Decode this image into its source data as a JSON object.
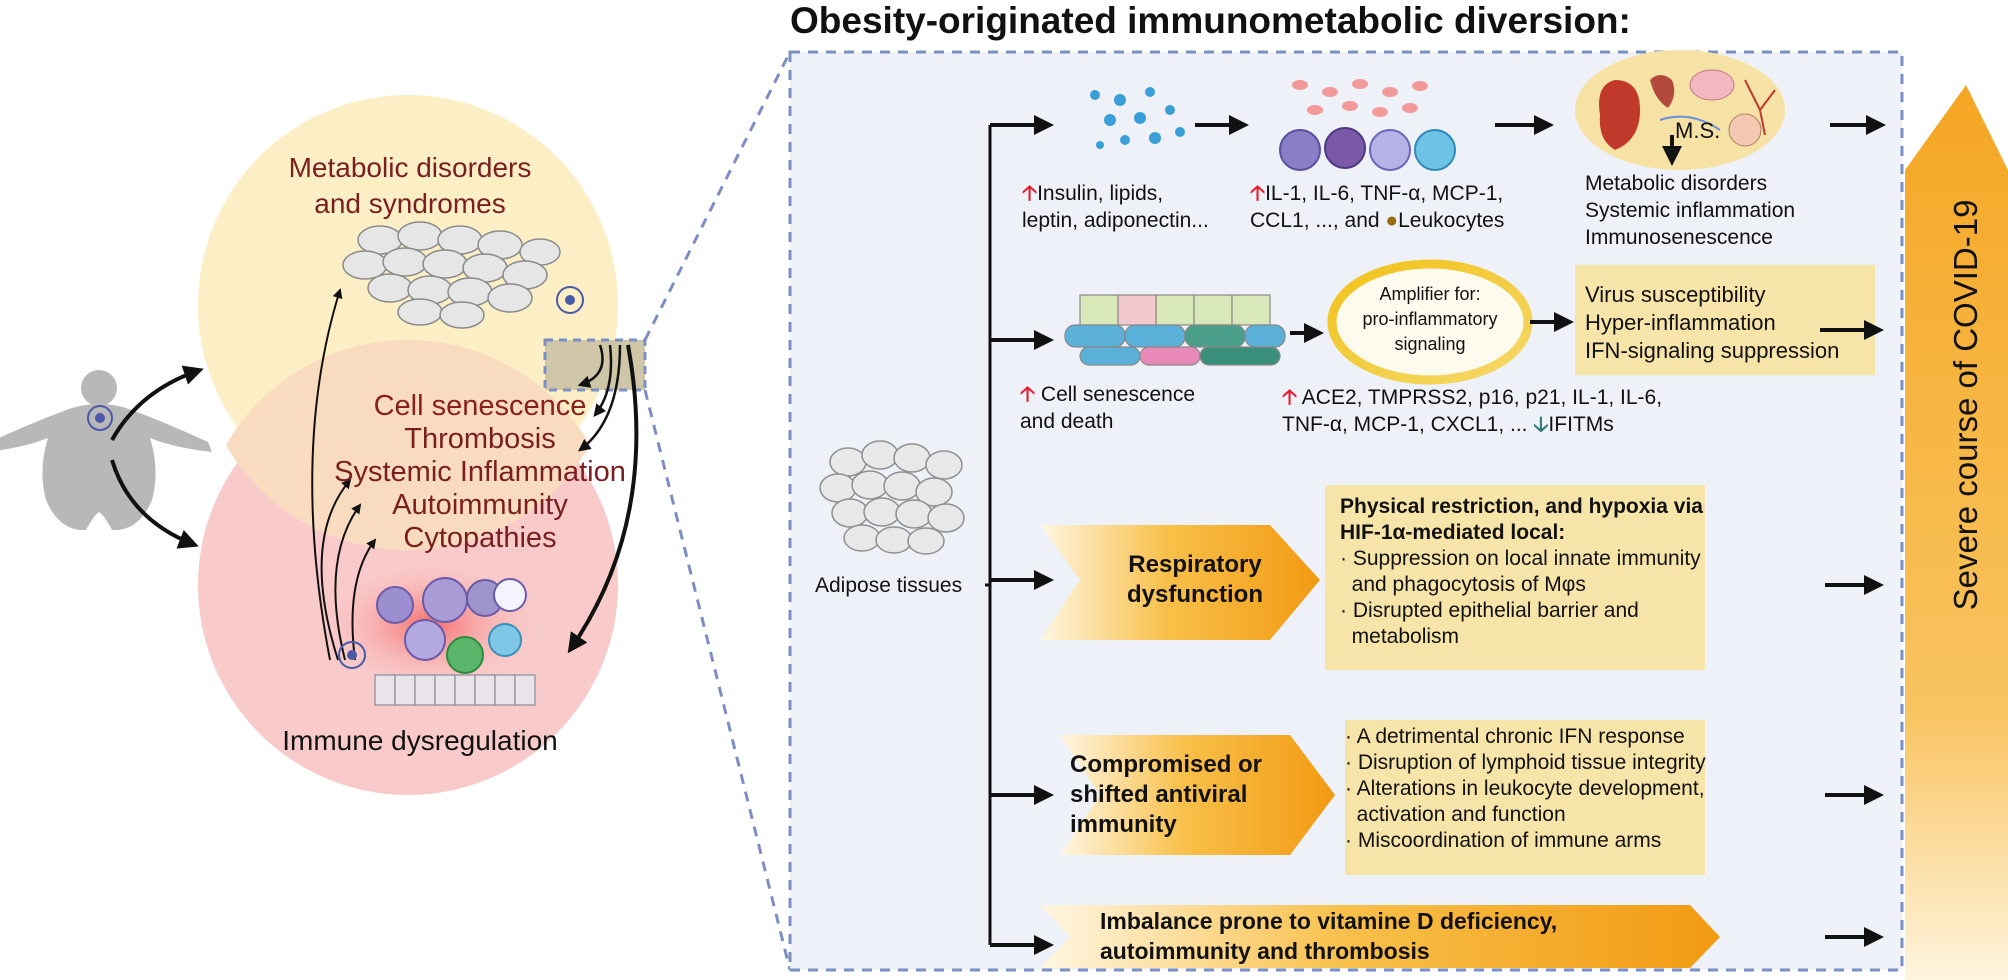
{
  "title": "Obesity-originated immunometabolic diversion:",
  "left": {
    "metabolic_label_1": "Metabolic disorders",
    "metabolic_label_2": "and syndromes",
    "conditions": [
      "Cell senescence",
      "Thrombosis",
      "Systemic Inflammation",
      "Autoimmunity",
      "Cytopathies"
    ],
    "immune_label": "Immune dysregulation"
  },
  "adipose_label": "Adipose tissues",
  "row1": {
    "text1_line1": "Insulin, lipids,",
    "text1_line2": "leptin, adiponectin...",
    "text2_line1": "IL-1, IL-6, TNF-α, MCP-1,",
    "text2_line2": "CCL1, ..., and",
    "text2_leuk": "Leukocytes",
    "ms_label": "M.S.",
    "outcome": [
      "Metabolic disorders",
      "Systemic inflammation",
      "Immunosenescence"
    ]
  },
  "row2": {
    "senescence_line1": "Cell senescence",
    "senescence_line2": "and death",
    "amplifier": [
      "Amplifier for:",
      "pro-inflammatory",
      "signaling"
    ],
    "markers_line1": "ACE2, TMPRSS2, p16, p21, IL-1, IL-6,",
    "markers_line2": "TNF-α, MCP-1, CXCL1, ...",
    "markers_down": "IFITMs",
    "outcome": [
      "Virus susceptibility",
      "Hyper-inflammation",
      "IFN-signaling suppression"
    ]
  },
  "row3": {
    "chevron": [
      "Respiratory",
      "dysfunction"
    ],
    "box_title_1": "Physical restriction, and hypoxia via",
    "box_title_2": "HIF-1α-mediated local:",
    "bullets": [
      "· Suppression on local innate immunity",
      "  and phagocytosis of Mφs",
      "· Disrupted epithelial barrier and",
      "  metabolism"
    ]
  },
  "row4": {
    "chevron": [
      "Compromised or",
      "shifted antiviral",
      "immunity"
    ],
    "bullets": [
      "· A detrimental chronic IFN response",
      "· Disruption of lymphoid tissue integrity",
      "· Alterations in leukocyte development,",
      "  activation and function",
      "· Miscoordination of immune arms"
    ]
  },
  "row5": {
    "chevron": [
      "Imbalance prone to vitamine D deficiency,",
      "autoimmunity and thrombosis"
    ]
  },
  "side_label": "Severe course of COVID-19",
  "colors": {
    "panel_bg": "#eef1f8",
    "dashed": "#7b8fc4",
    "yellow_circle": "#fcefc6",
    "pink_circle": "#f9c9c9",
    "box_fill": "#f7e4a8",
    "orange": "#f2a11e",
    "up_arrow": "#e8192c",
    "down_arrow": "#2c7a78"
  }
}
